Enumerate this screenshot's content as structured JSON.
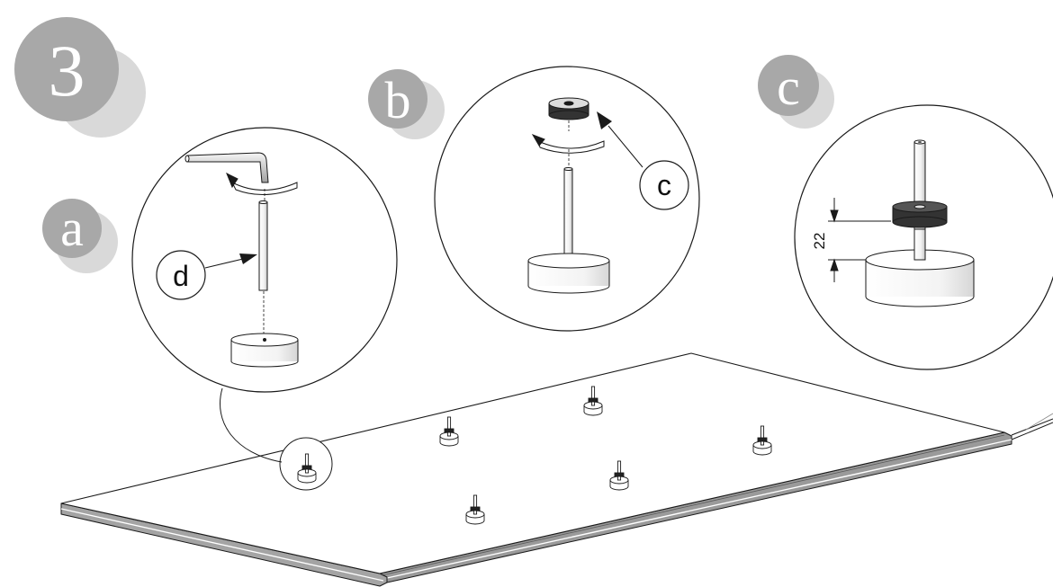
{
  "step": {
    "number": "3"
  },
  "details": {
    "a": {
      "badge": "a",
      "callout": "d"
    },
    "b": {
      "badge": "b",
      "callout": "c"
    },
    "c": {
      "badge": "c",
      "dimension": "22"
    }
  },
  "colors": {
    "step_badge": "#a8a8a8",
    "step_badge_shadow": "#d9d9d9",
    "outline": "#1a1a1a",
    "nut": "#333333"
  }
}
